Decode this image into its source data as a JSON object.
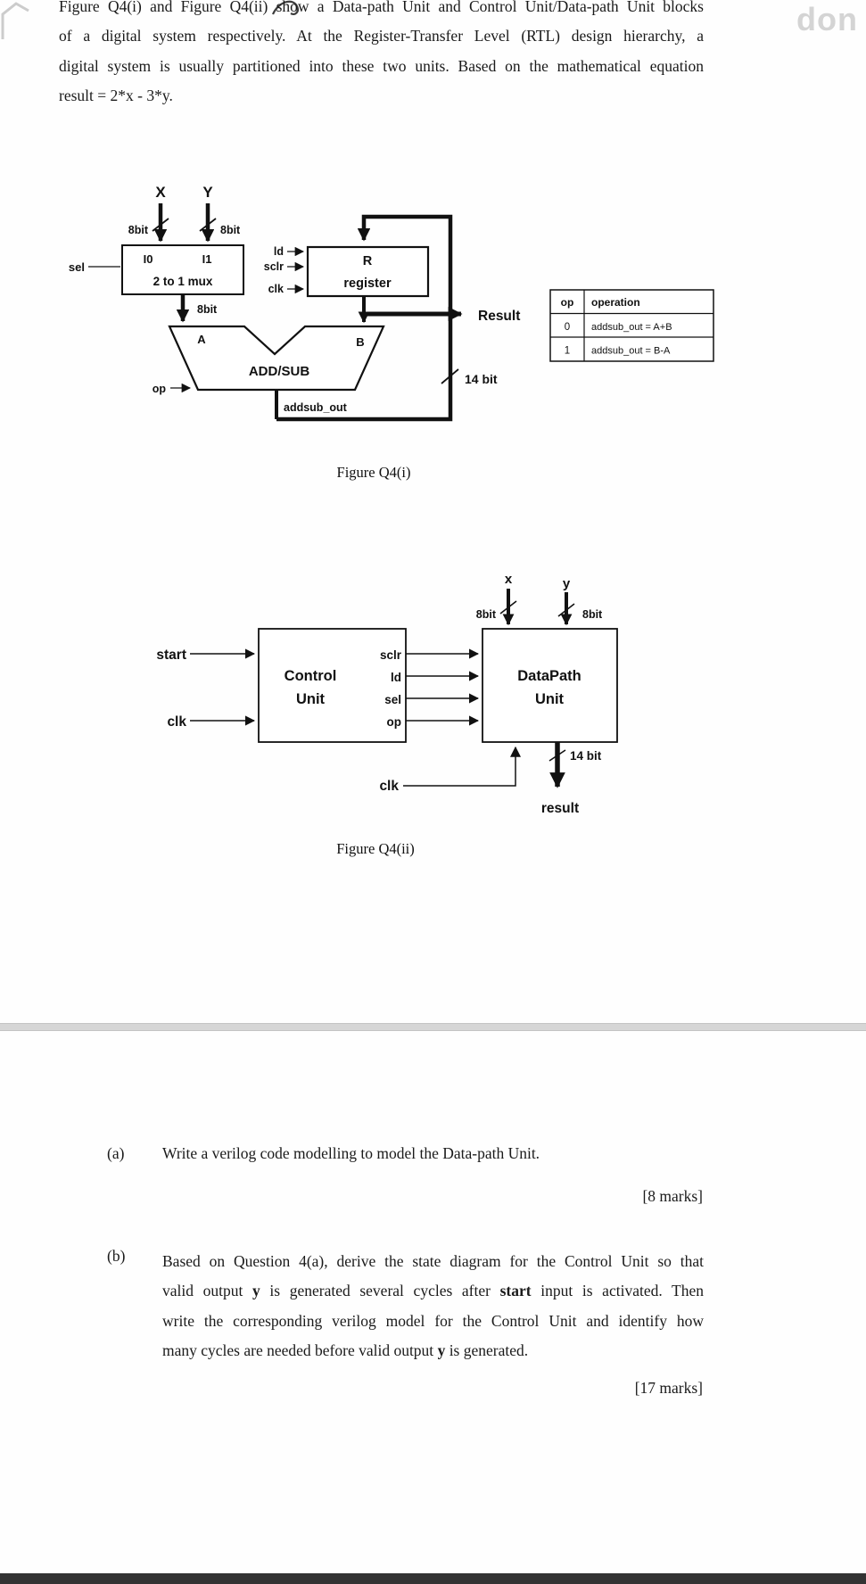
{
  "artifacts": {
    "watermark": "don"
  },
  "intro": {
    "line1": "Figure Q4(i) and Figure Q4(ii) show a Data-path Unit and Control Unit/Data-path Unit blocks",
    "line2": "of a digital system respectively. At the Register-Transfer Level (RTL) design hierarchy, a",
    "line3": "digital system is usually partitioned into these two units. Based on the mathematical equation",
    "line4": "result = 2*x - 3*y."
  },
  "fig1": {
    "caption": "Figure Q4(i)",
    "x_label": "X",
    "y_label": "Y",
    "x_bits": "8bit",
    "y_bits": "8bit",
    "mux": {
      "i0": "I0",
      "i1": "I1",
      "name": "2 to 1 mux",
      "sel": "sel",
      "out_bits": "8bit"
    },
    "alu": {
      "a": "A",
      "b": "B",
      "name": "ADD/SUB",
      "op": "op",
      "out": "addsub_out"
    },
    "register": {
      "ld": "ld",
      "sclr": "sclr",
      "clk": "clk",
      "title": "R",
      "subtitle": "register"
    },
    "result": "Result",
    "feedback_bits": "14 bit",
    "table": {
      "headers": [
        "op",
        "operation"
      ],
      "rows": [
        [
          "0",
          "addsub_out = A+B"
        ],
        [
          "1",
          "addsub_out = B-A"
        ]
      ]
    }
  },
  "fig2": {
    "caption": "Figure Q4(ii)",
    "x_label": "x",
    "y_label": "y",
    "x_bits": "8bit",
    "y_bits": "8bit",
    "start": "start",
    "clk_top": "clk",
    "control_unit": {
      "line1": "Control",
      "line2": "Unit"
    },
    "datapath_unit": {
      "line1": "DataPath",
      "line2": "Unit"
    },
    "signals": {
      "sclr": "sclr",
      "ld": "ld",
      "sel": "sel",
      "op": "op"
    },
    "clk_bottom": "clk",
    "out_bits": "14 bit",
    "result": "result"
  },
  "questions": {
    "a": {
      "label": "(a)",
      "text": "Write a verilog code modelling to model the Data-path Unit.",
      "marks": "[8 marks]"
    },
    "b": {
      "label": "(b)",
      "line1": "Based on Question 4(a), derive the state diagram for the Control Unit so that",
      "line2": {
        "s1": "valid output ",
        "s2": "y",
        "s3": " is generated several cycles after ",
        "s4": "start",
        "s5": " input is activated. Then"
      },
      "line3": "write the corresponding verilog model for the Control Unit and identify how",
      "line4": {
        "s1": "many cycles are needed before valid output ",
        "s2": "y",
        "s3": " is generated."
      },
      "marks": "[17 marks]"
    }
  }
}
